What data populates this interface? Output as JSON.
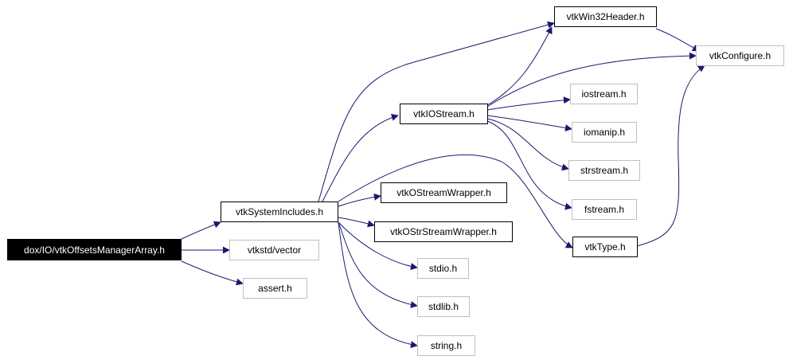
{
  "colors": {
    "edge": "#191970",
    "node_border": "#000000",
    "external_border": "#bfbfbf",
    "root_fill": "#000000",
    "root_text": "#ffffff"
  },
  "nodes": {
    "root": {
      "label": "dox/IO/vtkOffsetsManagerArray.h"
    },
    "system_includes": {
      "label": "vtkSystemIncludes.h"
    },
    "std_vector": {
      "label": "vtkstd/vector"
    },
    "assert": {
      "label": "assert.h"
    },
    "win32_header": {
      "label": "vtkWin32Header.h"
    },
    "configure": {
      "label": "vtkConfigure.h"
    },
    "io_stream": {
      "label": "vtkIOStream.h"
    },
    "iostream": {
      "label": "iostream.h"
    },
    "iomanip": {
      "label": "iomanip.h"
    },
    "strstream": {
      "label": "strstream.h"
    },
    "fstream": {
      "label": "fstream.h"
    },
    "ostream_wrapper": {
      "label": "vtkOStreamWrapper.h"
    },
    "ostrstream_wrapper": {
      "label": "vtkOStrStreamWrapper.h"
    },
    "type": {
      "label": "vtkType.h"
    },
    "stdio": {
      "label": "stdio.h"
    },
    "stdlib": {
      "label": "stdlib.h"
    },
    "string": {
      "label": "string.h"
    }
  }
}
